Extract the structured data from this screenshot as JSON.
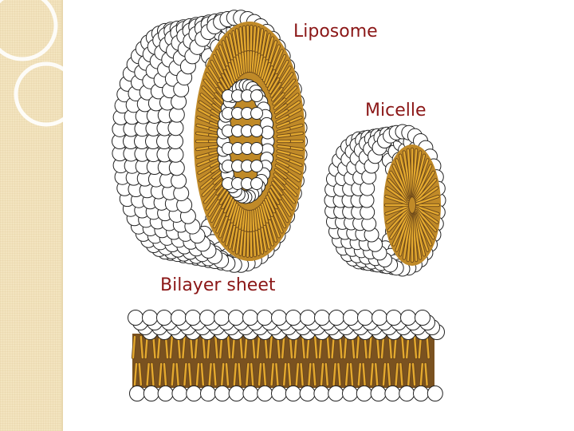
{
  "labels": {
    "liposome": "Liposome",
    "micelle": "Micelle",
    "bilayer": "Bilayer sheet"
  },
  "colors": {
    "label_text": "#8b1717",
    "head_fill": "#ffffff",
    "head_stroke": "#222222",
    "tail_fill": "#e4a92f",
    "tail_shadow": "#6b4719",
    "panel_bg": "#f3e4bf"
  }
}
